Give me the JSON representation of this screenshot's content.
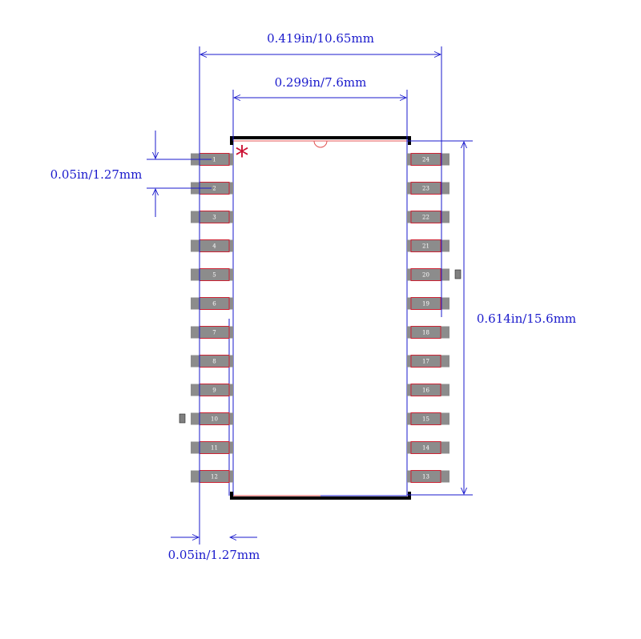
{
  "dimensions": {
    "overall_width": "0.419in/10.65mm",
    "body_width": "0.299in/7.6mm",
    "pin_pitch": "0.05in/1.27mm",
    "body_length": "0.614in/15.6mm",
    "pad_width": "0.05in/1.27mm"
  },
  "pin1_marker": "*",
  "pins_left": [
    "1",
    "2",
    "3",
    "4",
    "5",
    "6",
    "7",
    "8",
    "9",
    "10",
    "11",
    "12"
  ],
  "pins_right": [
    "24",
    "23",
    "22",
    "21",
    "20",
    "19",
    "18",
    "17",
    "16",
    "15",
    "14",
    "13"
  ],
  "colors": {
    "dimension": "#1a1acc",
    "outline": "#000000",
    "pad": "#8c8c8c",
    "pad_outline": "#cc2233",
    "marker": "#cc1133",
    "body_edge": "#e05050"
  }
}
